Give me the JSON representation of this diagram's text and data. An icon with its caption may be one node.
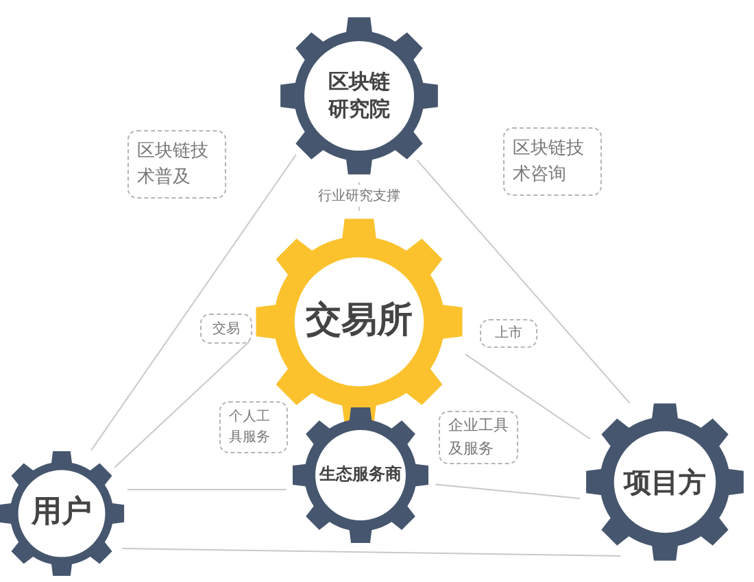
{
  "diagram": {
    "nodes": [
      {
        "text": [
          "区块链研究院"
        ]
      },
      {
        "text": [
          "交易所"
        ]
      },
      {
        "text": [
          "用户"
        ]
      },
      {
        "text": [
          "生态服务商"
        ]
      },
      {
        "text": [
          "项目方"
        ]
      }
    ],
    "edges": [
      {
        "from": 0,
        "to": 2,
        "arrow": "none",
        "label": "区块链技术普及"
      },
      {
        "from": 0,
        "to": 4,
        "arrow": "none",
        "label": "区块链技术咨询"
      },
      {
        "from": 0,
        "to": 1,
        "arrow": "none",
        "label": "行业研究支撑"
      },
      {
        "from": 1,
        "to": 2,
        "arrow": "none",
        "label": "交易"
      },
      {
        "from": 1,
        "to": 4,
        "arrow": "none",
        "label": "上市"
      },
      {
        "from": 3,
        "to": 2,
        "arrow": "none",
        "label": "个人工具服务"
      },
      {
        "from": 3,
        "to": 4,
        "arrow": "none",
        "label": "企业工具及服务"
      },
      {
        "from": 2,
        "to": 4,
        "arrow": "none"
      }
    ]
  }
}
